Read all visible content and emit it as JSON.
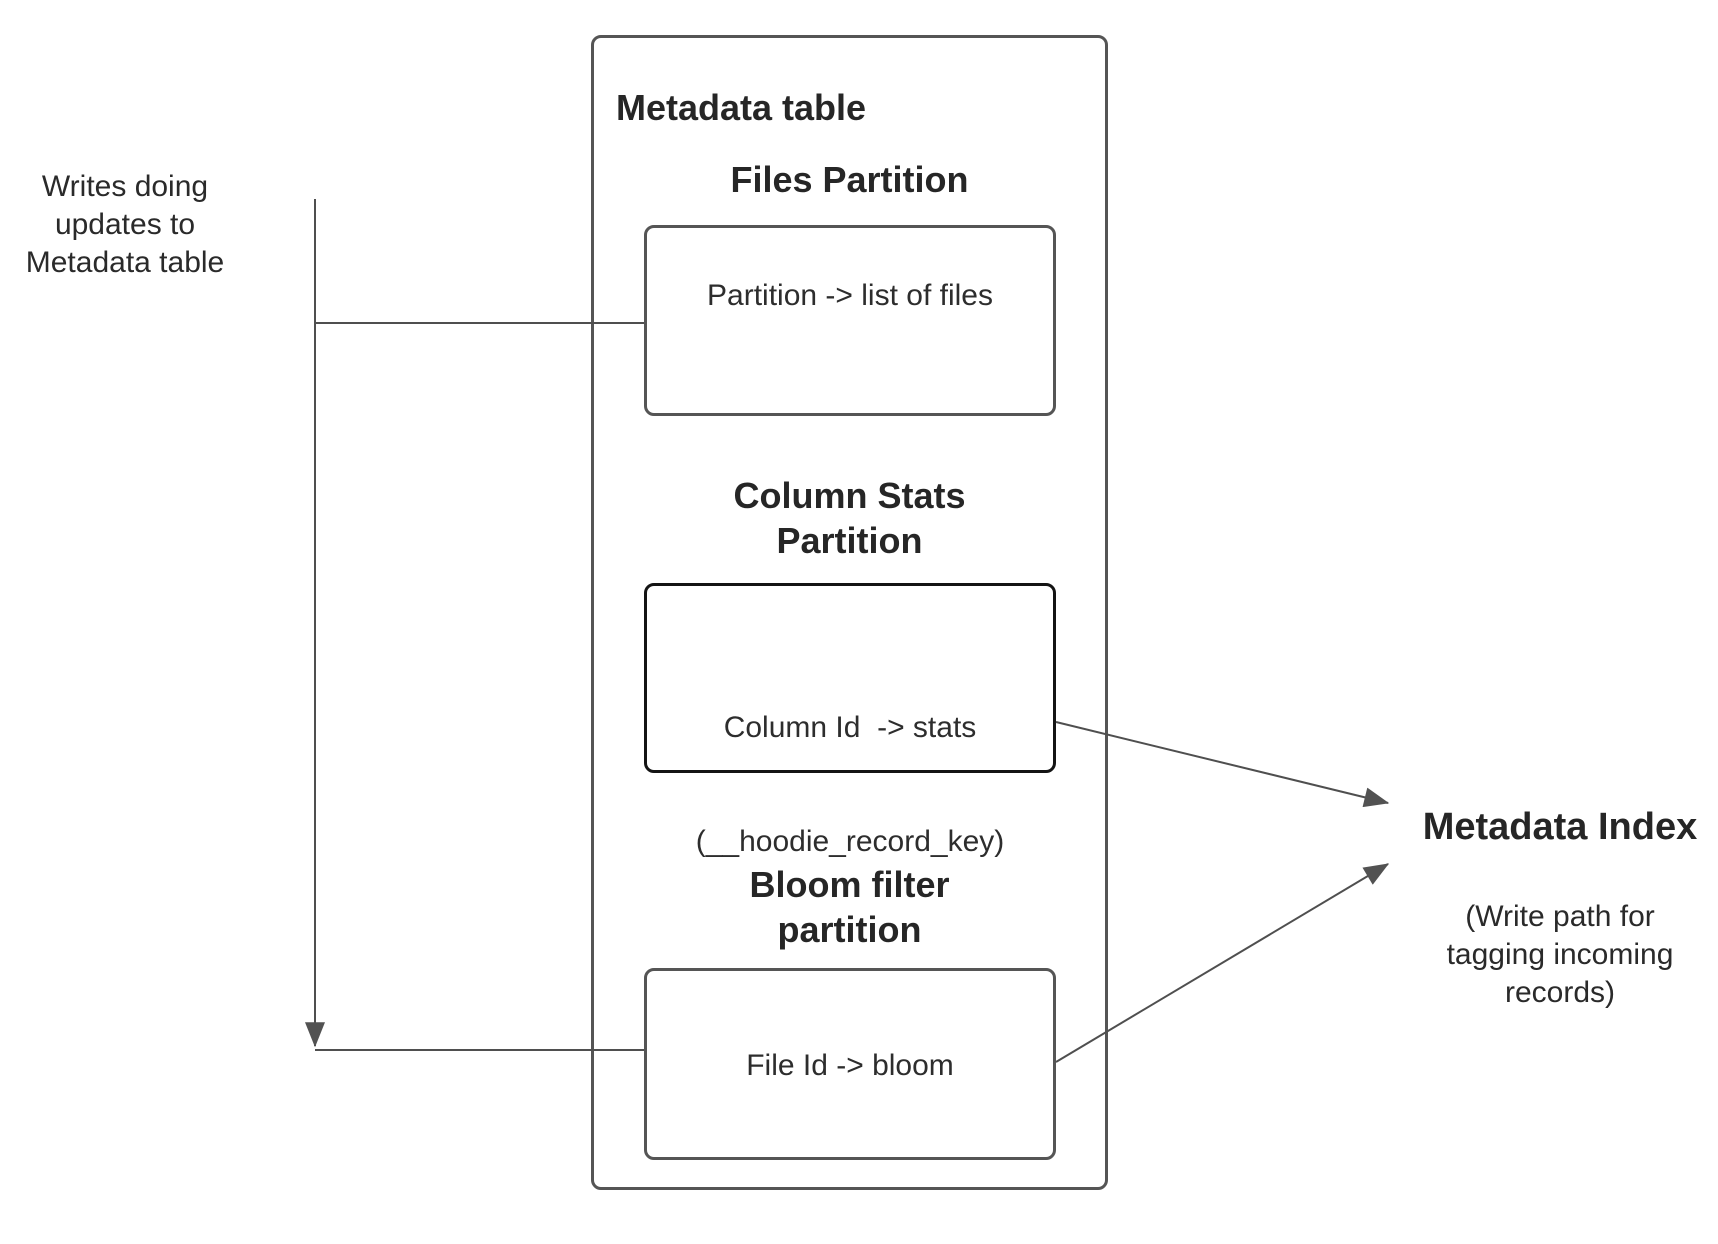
{
  "left_note": {
    "line1": "Writes doing",
    "line2": "updates to",
    "line3": "Metadata table"
  },
  "metadata_table": {
    "title": "Metadata table",
    "files_partition": {
      "heading": "Files Partition",
      "box_text": "Partition -> list of files"
    },
    "column_stats_partition": {
      "heading_line1": "Column Stats",
      "heading_line2": "Partition",
      "box_text_line1": "Column Id  -> stats",
      "box_text_line2": "(__hoodie_record_key)"
    },
    "bloom_partition": {
      "heading_line1": "Bloom filter",
      "heading_line2": "partition",
      "box_text": "File Id -> bloom"
    }
  },
  "metadata_index": {
    "title": "Metadata Index",
    "note_line1": "(Write path for",
    "note_line2": "tagging incoming",
    "note_line3": "records)"
  },
  "colors": {
    "box_border": "#555555",
    "emphasis_border": "#141414",
    "connector_line": "#4f4f4f",
    "arrowhead": "#525252",
    "text": "#2a2a2a"
  }
}
